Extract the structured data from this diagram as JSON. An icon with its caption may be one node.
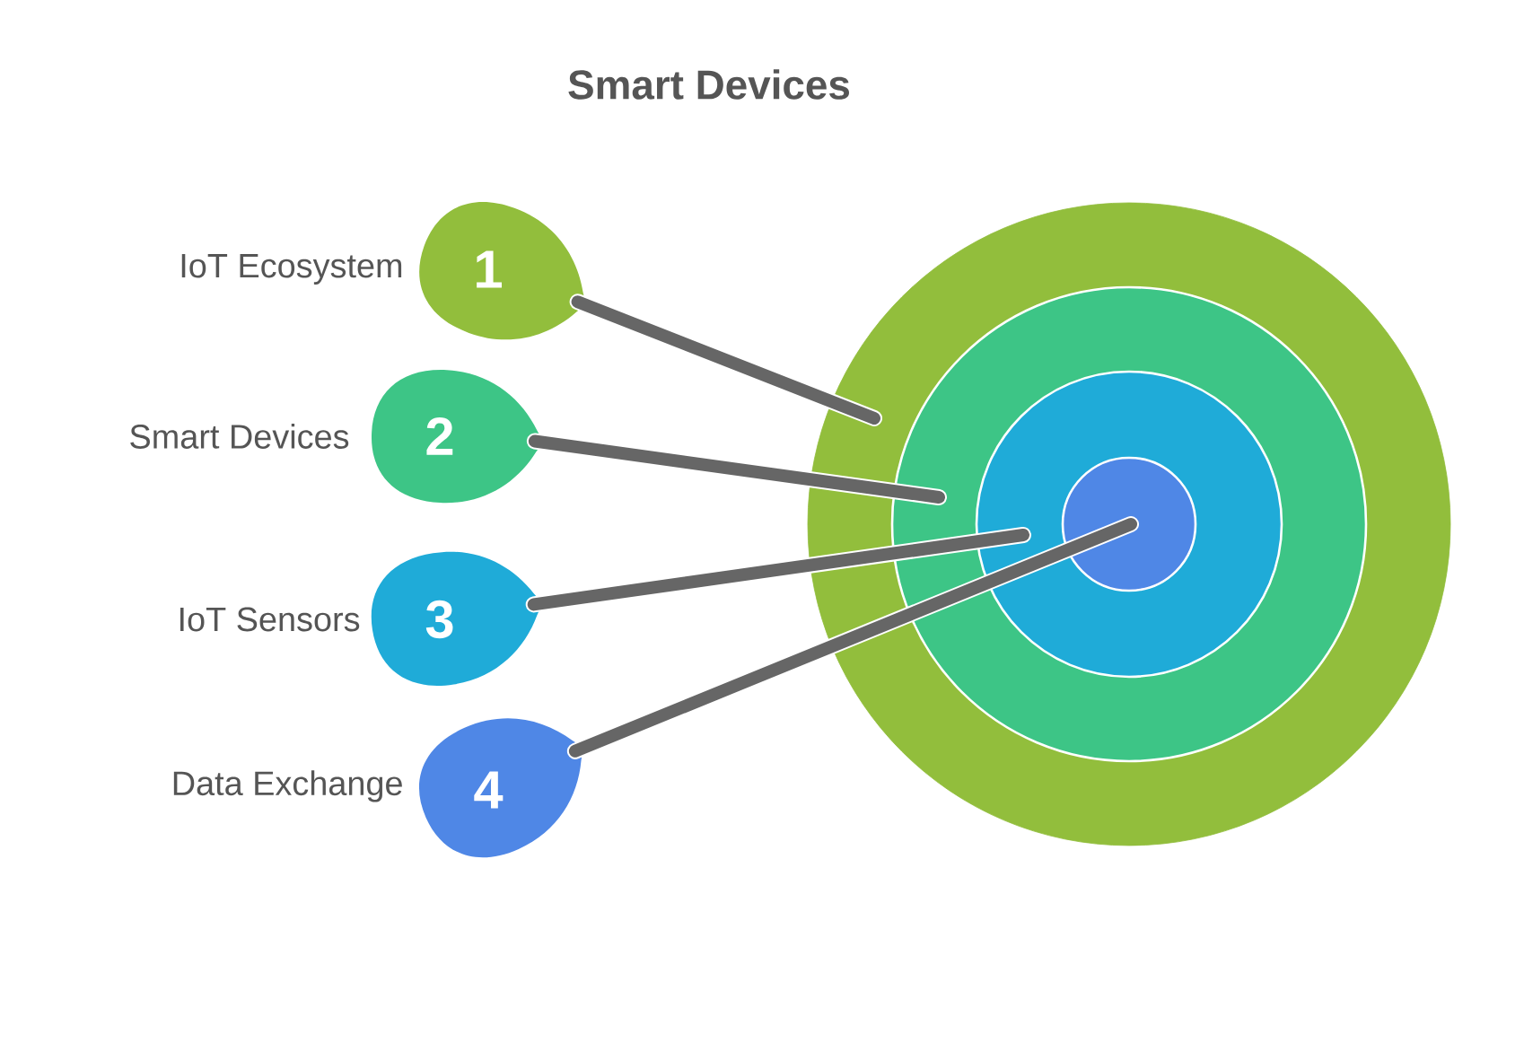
{
  "diagram": {
    "title": "Smart Devices",
    "nodes": [
      {
        "text": [
          "1"
        ],
        "beside": [
          "IoT Ecosystem"
        ]
      },
      {
        "text": [
          "2"
        ],
        "beside": [
          "Smart Devices"
        ]
      },
      {
        "text": [
          "3"
        ],
        "beside": [
          "IoT Sensors"
        ]
      },
      {
        "text": [
          "4"
        ],
        "beside": [
          "Data Exchange"
        ]
      },
      {
        "text": [],
        "shape": "target"
      }
    ],
    "edges": [
      {
        "from": 0,
        "to": 4,
        "arrow": "none"
      },
      {
        "from": 1,
        "to": 4,
        "arrow": "none"
      },
      {
        "from": 2,
        "to": 4,
        "arrow": "none"
      },
      {
        "from": 3,
        "to": 4,
        "arrow": "none"
      }
    ]
  }
}
